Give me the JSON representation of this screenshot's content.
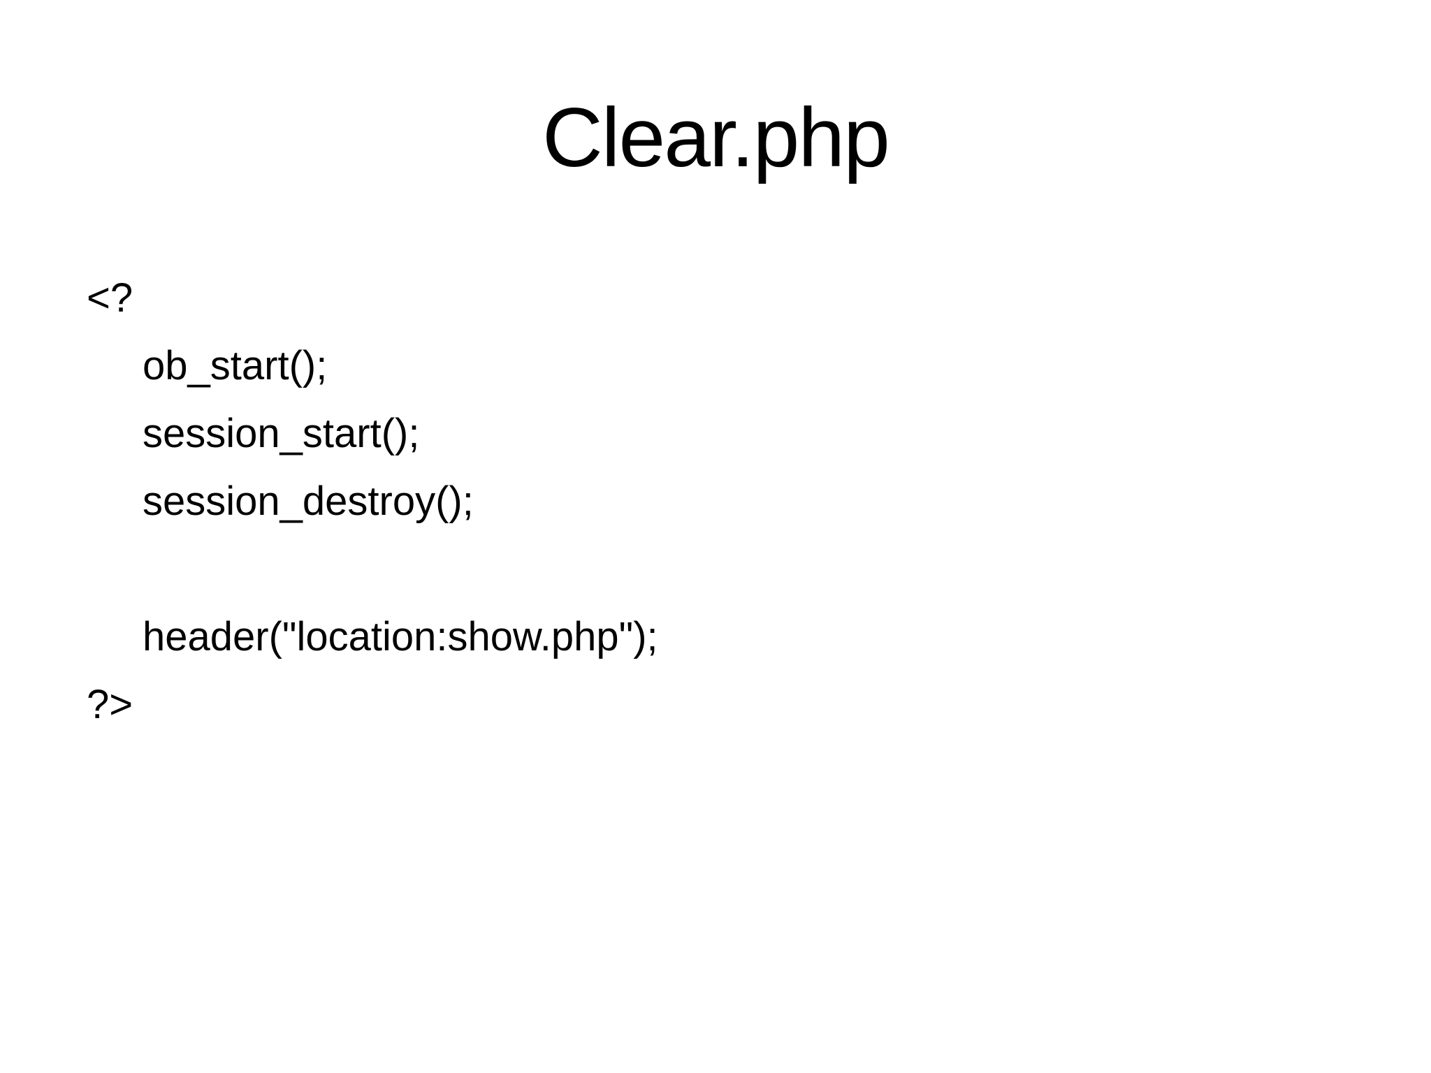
{
  "slide": {
    "title": "Clear.php",
    "code": {
      "lines": [
        {
          "text": "<?",
          "indent": 0
        },
        {
          "text": "ob_start();",
          "indent": 1
        },
        {
          "text": "session_start();",
          "indent": 1
        },
        {
          "text": "session_destroy();",
          "indent": 1
        },
        {
          "text": "",
          "indent": 1
        },
        {
          "text": "header(\"location:show.php\");",
          "indent": 1
        },
        {
          "text": "?>",
          "indent": 0
        }
      ]
    },
    "colors": {
      "background": "#ffffff",
      "text": "#000000"
    }
  }
}
